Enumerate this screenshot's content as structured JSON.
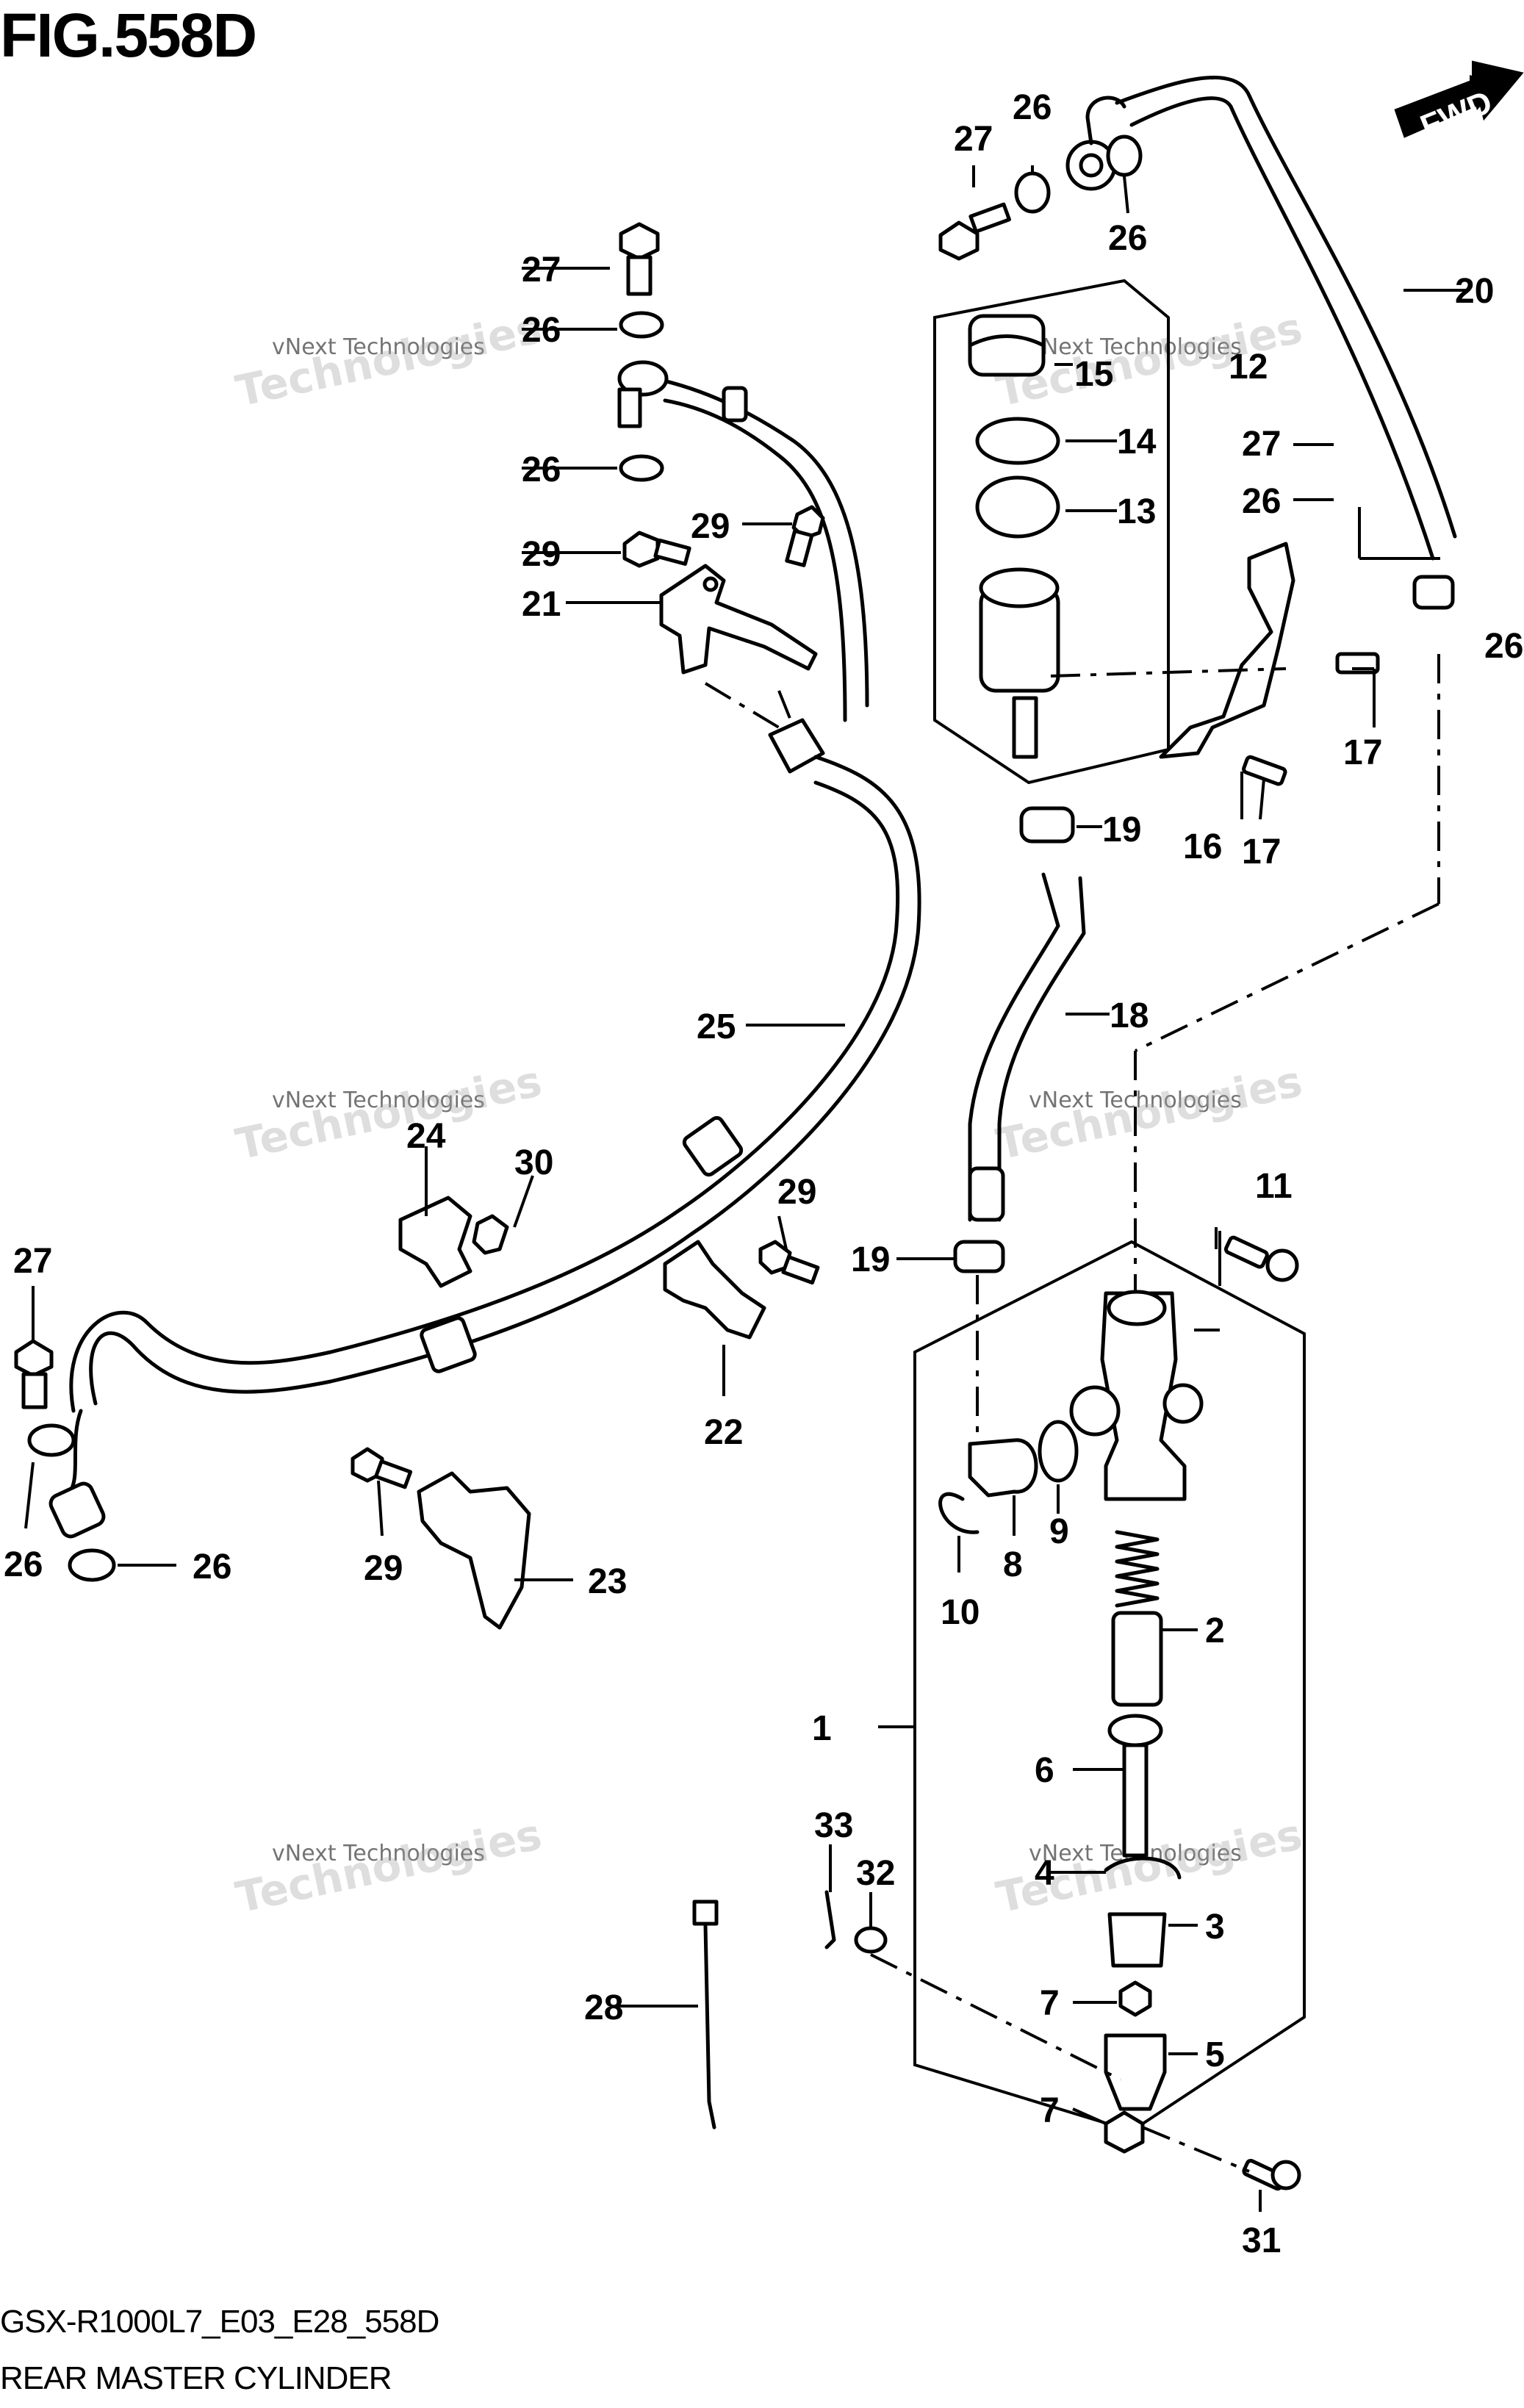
{
  "figure": {
    "title": "FIG.558D",
    "direction_badge": "FWD",
    "model_code": "GSX-R1000L7_E03_E28_558D",
    "caption": "REAR MASTER CYLINDER"
  },
  "watermarks": [
    {
      "small": "vNext Technologies",
      "big": "Technologies",
      "stamp": "vNext"
    },
    {
      "small": "vNext Technologies",
      "big": "Technologies",
      "stamp": "vNext"
    },
    {
      "small": "vNext Technologies",
      "big": "Technologies",
      "stamp": "vNext"
    },
    {
      "small": "vNext Technologies",
      "big": "Technologies",
      "stamp": "vNext"
    },
    {
      "small": "vNext Technologies",
      "big": "Technologies",
      "stamp": "vNext"
    },
    {
      "small": "vNext Technologies",
      "big": "Technologies",
      "stamp": "vNext"
    }
  ],
  "callouts": [
    {
      "id": "c27a",
      "text": "27"
    },
    {
      "id": "c26a",
      "text": "26"
    },
    {
      "id": "c26b",
      "text": "26"
    },
    {
      "id": "c20",
      "text": "20"
    },
    {
      "id": "c27b",
      "text": "27"
    },
    {
      "id": "c26c",
      "text": "26"
    },
    {
      "id": "c26d",
      "text": "26"
    },
    {
      "id": "c15",
      "text": "15"
    },
    {
      "id": "c12",
      "text": "12"
    },
    {
      "id": "c14",
      "text": "14"
    },
    {
      "id": "c13",
      "text": "13"
    },
    {
      "id": "c27c",
      "text": "27"
    },
    {
      "id": "c26e",
      "text": "26"
    },
    {
      "id": "c26f",
      "text": "26"
    },
    {
      "id": "c17a",
      "text": "17"
    },
    {
      "id": "c16",
      "text": "16"
    },
    {
      "id": "c17b",
      "text": "17"
    },
    {
      "id": "c19a",
      "text": "19"
    },
    {
      "id": "c29a",
      "text": "29"
    },
    {
      "id": "c29b",
      "text": "29"
    },
    {
      "id": "c21",
      "text": "21"
    },
    {
      "id": "c18",
      "text": "18"
    },
    {
      "id": "c25",
      "text": "25"
    },
    {
      "id": "c24",
      "text": "24"
    },
    {
      "id": "c30",
      "text": "30"
    },
    {
      "id": "c29c",
      "text": "29"
    },
    {
      "id": "c11",
      "text": "11"
    },
    {
      "id": "c19b",
      "text": "19"
    },
    {
      "id": "c27d",
      "text": "27"
    },
    {
      "id": "c22",
      "text": "22"
    },
    {
      "id": "c9",
      "text": "9"
    },
    {
      "id": "c8",
      "text": "8"
    },
    {
      "id": "c10",
      "text": "10"
    },
    {
      "id": "c26g",
      "text": "26"
    },
    {
      "id": "c26h",
      "text": "26"
    },
    {
      "id": "c29d",
      "text": "29"
    },
    {
      "id": "c23",
      "text": "23"
    },
    {
      "id": "c2",
      "text": "2"
    },
    {
      "id": "c1",
      "text": "1"
    },
    {
      "id": "c6",
      "text": "6"
    },
    {
      "id": "c33",
      "text": "33"
    },
    {
      "id": "c32",
      "text": "32"
    },
    {
      "id": "c4",
      "text": "4"
    },
    {
      "id": "c3",
      "text": "3"
    },
    {
      "id": "c28",
      "text": "28"
    },
    {
      "id": "c7a",
      "text": "7"
    },
    {
      "id": "c5",
      "text": "5"
    },
    {
      "id": "c7b",
      "text": "7"
    },
    {
      "id": "c31",
      "text": "31"
    }
  ]
}
